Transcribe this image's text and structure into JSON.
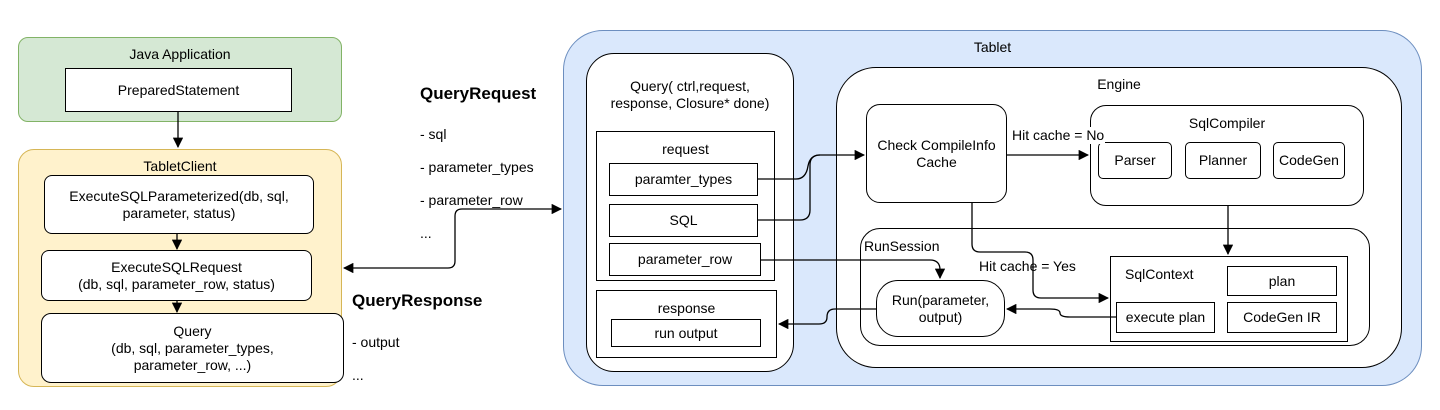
{
  "java_app": {
    "title": "Java Application",
    "prepared_statement": "PreparedStatement"
  },
  "tablet_client": {
    "title": "TabletClient",
    "execute_sql_parameterized": "ExecuteSQLParameterized(db, sql,\nparameter, status)",
    "execute_sql_request": "ExecuteSQLRequest\n(db, sql, parameter_row, status)",
    "query": "Query\n(db, sql, parameter_types,\nparameter_row, ...)"
  },
  "query_request": {
    "title": "QueryRequest",
    "fields": [
      "- sql",
      "- parameter_types",
      "- parameter_row",
      "..."
    ]
  },
  "query_response": {
    "title": "QueryResponse",
    "fields": [
      "- output",
      "..."
    ]
  },
  "tablet": {
    "title": "Tablet",
    "query_handler": {
      "title": "Query( ctrl,request,\nresponse, Closure* done)",
      "request": {
        "title": "request",
        "items": [
          "paramter_types",
          "SQL",
          "parameter_row"
        ]
      },
      "response": {
        "title": "response",
        "run_output": "run output"
      }
    },
    "engine": {
      "title": "Engine",
      "check_cache": "Check CompileInfo\nCache",
      "hit_cache_no": "Hit cache = No",
      "hit_cache_yes": "Hit cache = Yes",
      "sql_compiler": {
        "title": "SqlCompiler",
        "parts": [
          "Parser",
          "Planner",
          "CodeGen"
        ]
      },
      "run_session": {
        "title": "RunSession",
        "run": "Run(parameter,\noutput)",
        "sql_context": {
          "title": "SqlContext",
          "plan": "plan",
          "execute_plan": "execute plan",
          "codegen_ir": "CodeGen IR"
        }
      }
    }
  },
  "colors": {
    "java_fill": "#d5e8d4",
    "java_stroke": "#82b366",
    "client_fill": "#fff2cc",
    "client_stroke": "#d6b656",
    "tablet_fill": "#dae8fc",
    "tablet_stroke": "#6c8ebf"
  }
}
